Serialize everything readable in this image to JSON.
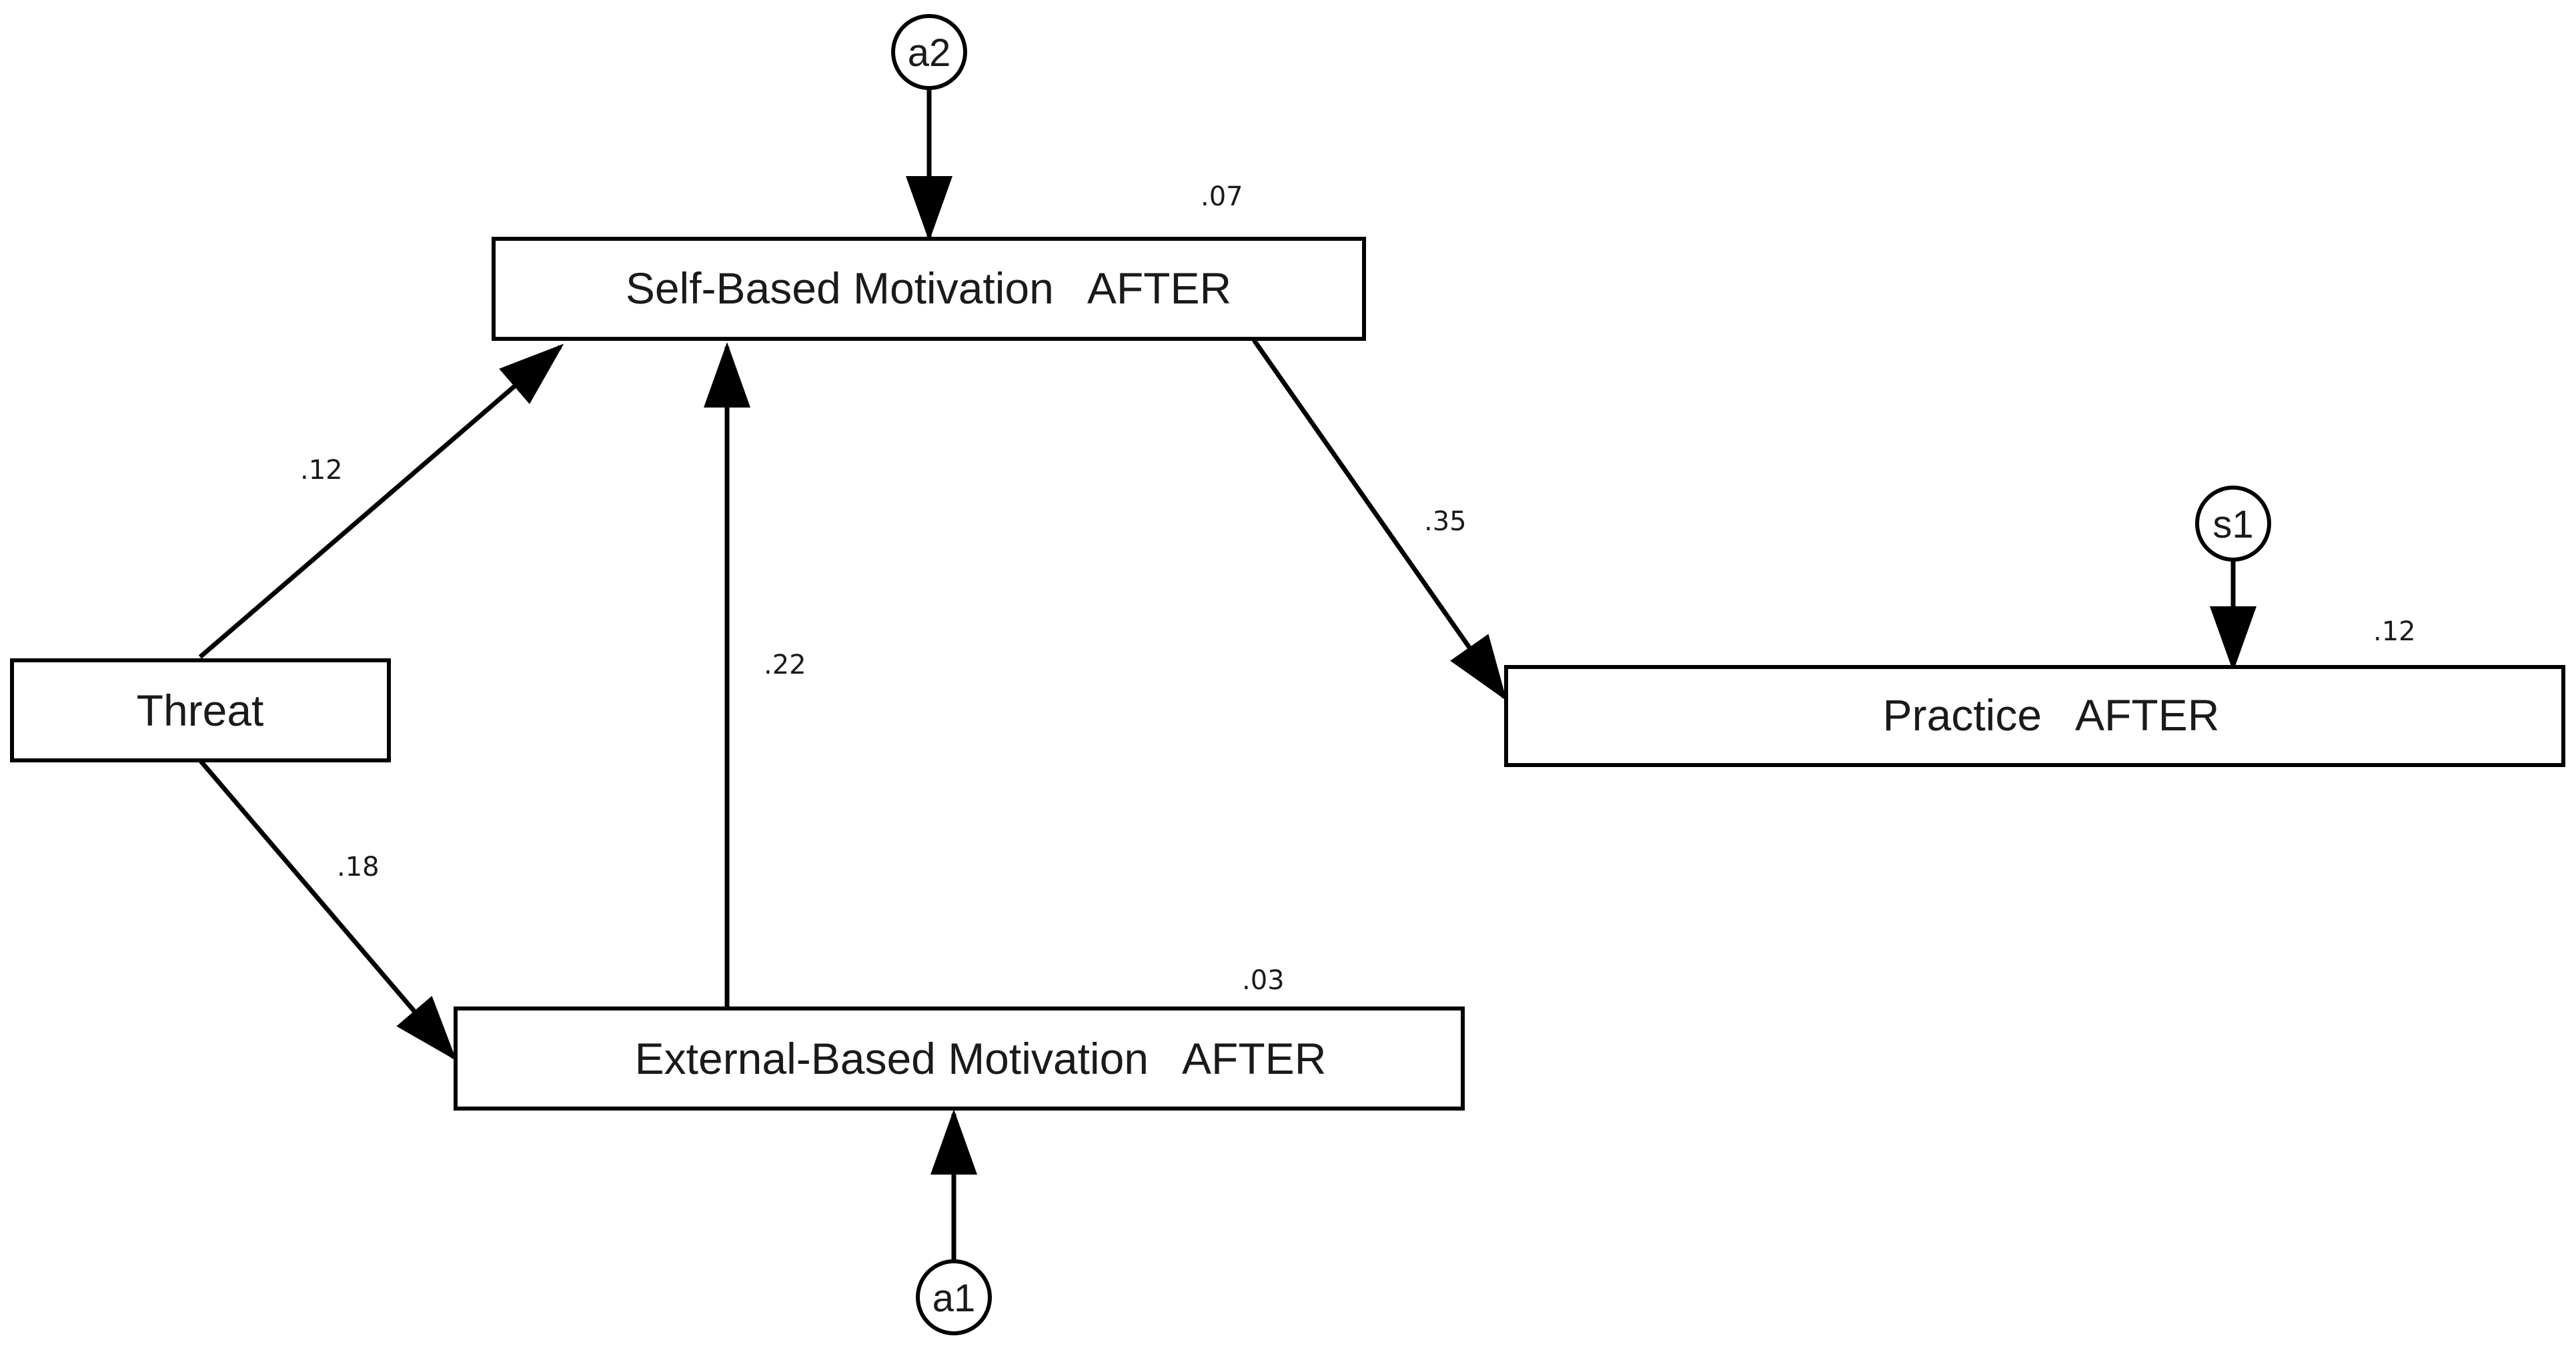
{
  "nodes": {
    "self_based": {
      "name": "Self-Based Motivation",
      "suffix": "AFTER",
      "r2": ".07"
    },
    "external_based": {
      "name": "External-Based Motivation",
      "suffix": "AFTER",
      "r2": ".03"
    },
    "practice": {
      "name": "Practice",
      "suffix": "AFTER",
      "r2": ".12"
    },
    "threat": {
      "name": "Threat"
    }
  },
  "error_terms": {
    "a2": "a2",
    "a1": "a1",
    "s1": "s1"
  },
  "paths": {
    "threat_to_self": ".12",
    "threat_to_external": ".18",
    "external_to_self": ".22",
    "self_to_practice": ".35"
  },
  "colors": {
    "stroke": "#000000",
    "text": "#1a1a1a",
    "background": "#ffffff"
  }
}
